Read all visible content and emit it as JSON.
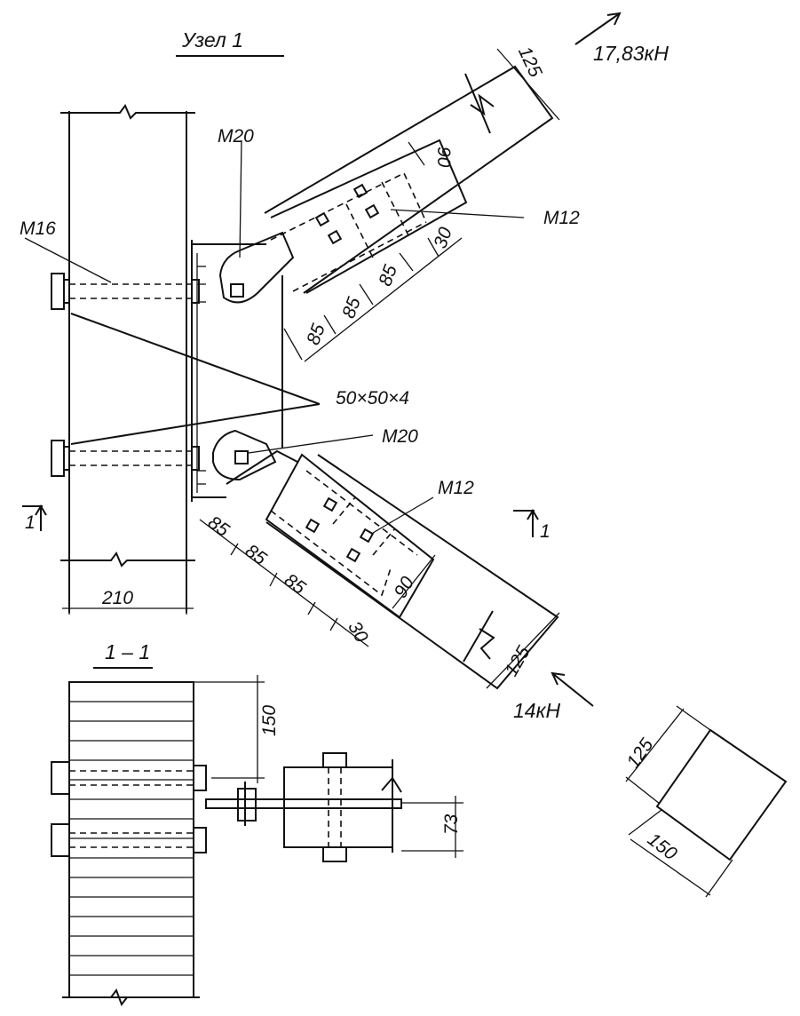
{
  "title": "Узел 1",
  "section_label": "1 – 1",
  "section_marker": "1",
  "labels": {
    "bolt_m16": "M16",
    "bolt_m20_upper": "M20",
    "bolt_m20_lower": "M20",
    "bolt_m12_upper": "M12",
    "bolt_m12_lower": "M12",
    "angle": "50×50×4"
  },
  "forces": {
    "upper": "17,83кН",
    "lower": "14кН"
  },
  "dimensions": {
    "post_width": "210",
    "upper_width": "125",
    "upper_plate_width": "90",
    "upper_edge": "30",
    "upper_pitch_1": "85",
    "upper_pitch_2": "85",
    "upper_pitch_3": "85",
    "lower_pitch_1": "85",
    "lower_pitch_2": "85",
    "lower_pitch_3": "85",
    "lower_edge": "30",
    "lower_plate_width": "90",
    "lower_width": "125",
    "section_offset": "150",
    "section_gap": "73",
    "cross_side_a": "125",
    "cross_side_b": "150"
  }
}
